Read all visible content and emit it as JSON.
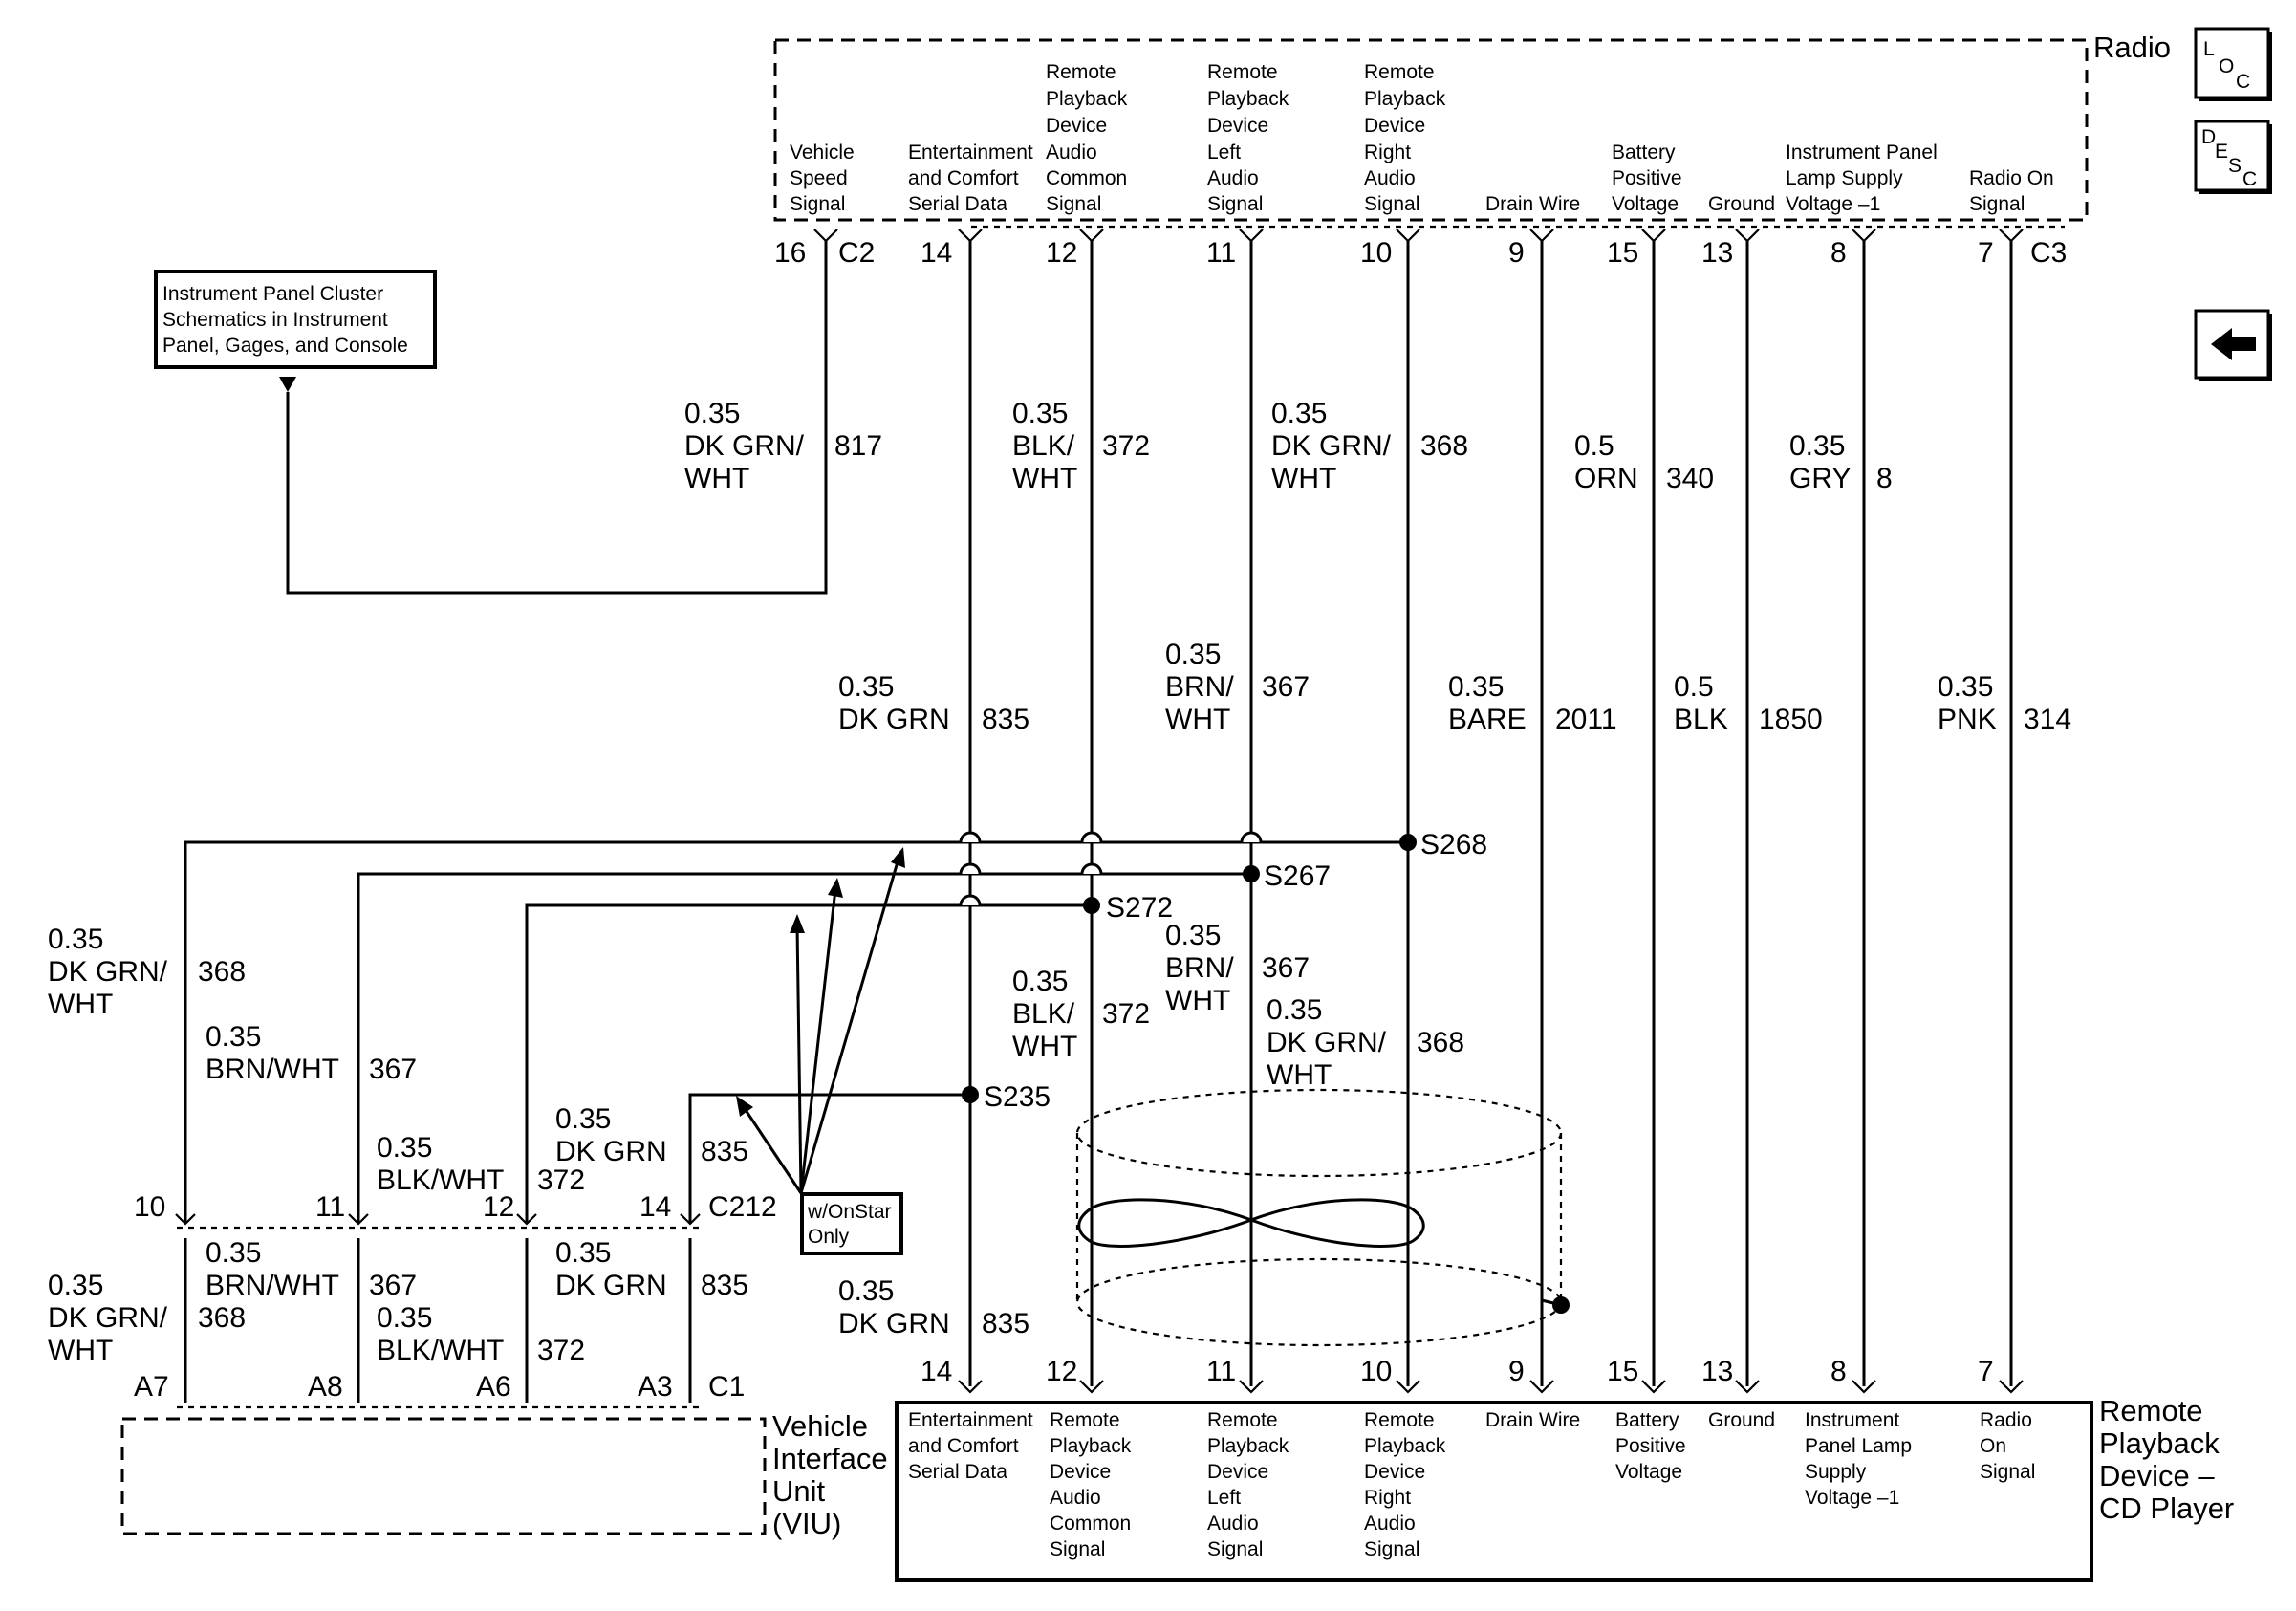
{
  "radio": {
    "title": "Radio",
    "conn_left": "C2",
    "conn_right": "C3",
    "pins": [
      {
        "num": "16",
        "label": [
          "Vehicle",
          "Speed",
          "Signal"
        ]
      },
      {
        "num": "14",
        "label": [
          "Entertainment",
          "and Comfort",
          "Serial Data"
        ]
      },
      {
        "num": "12",
        "label": [
          "Remote",
          "Playback",
          "Device",
          "Audio",
          "Common",
          "Signal"
        ]
      },
      {
        "num": "11",
        "label": [
          "Remote",
          "Playback",
          "Device",
          "Left",
          "Audio",
          "Signal"
        ]
      },
      {
        "num": "10",
        "label": [
          "Remote",
          "Playback",
          "Device",
          "Right",
          "Audio",
          "Signal"
        ]
      },
      {
        "num": "9",
        "label": [
          "Drain Wire"
        ]
      },
      {
        "num": "15",
        "label": [
          "Battery",
          "Positive",
          "Voltage"
        ]
      },
      {
        "num": "13",
        "label": [
          "Ground"
        ]
      },
      {
        "num": "8",
        "label": [
          "Instrument Panel",
          "Lamp Supply",
          "Voltage –1"
        ]
      },
      {
        "num": "7",
        "label": [
          "Radio On",
          "Signal"
        ]
      }
    ]
  },
  "ipc_ref": {
    "lines": [
      "Instrument Panel Cluster",
      "Schematics in Instrument",
      "Panel, Gages, and Console"
    ]
  },
  "wires_upper": [
    {
      "lines": [
        "0.35",
        "DK GRN/",
        "WHT"
      ],
      "circuit": "817"
    },
    {
      "lines": [
        "0.35",
        "BLK/",
        "WHT"
      ],
      "circuit": "372"
    },
    {
      "lines": [
        "0.35",
        "DK GRN/",
        "WHT"
      ],
      "circuit": "368"
    },
    {
      "lines": [
        "0.5",
        "ORN"
      ],
      "circuit": "340"
    },
    {
      "lines": [
        "0.35",
        "GRY"
      ],
      "circuit": "8"
    }
  ],
  "wires_mid": [
    {
      "lines": [
        "0.35",
        "DK GRN"
      ],
      "circuit": "835"
    },
    {
      "lines": [
        "0.35",
        "BRN/",
        "WHT"
      ],
      "circuit": "367"
    },
    {
      "lines": [
        "0.35",
        "BARE"
      ],
      "circuit": "2011"
    },
    {
      "lines": [
        "0.5",
        "BLK"
      ],
      "circuit": "1850"
    },
    {
      "lines": [
        "0.35",
        "PNK"
      ],
      "circuit": "314"
    }
  ],
  "splices": [
    "S268",
    "S267",
    "S272",
    "S235"
  ],
  "wires_lower": [
    {
      "lines": [
        "0.35",
        "BRN/",
        "WHT"
      ],
      "circuit": "367"
    },
    {
      "lines": [
        "0.35",
        "BLK/",
        "WHT"
      ],
      "circuit": "372"
    },
    {
      "lines": [
        "0.35",
        "DK GRN/",
        "WHT"
      ],
      "circuit": "368"
    },
    {
      "lines": [
        "0.35",
        "DK GRN"
      ],
      "circuit": "835"
    }
  ],
  "wires_left": [
    {
      "lines": [
        "0.35",
        "DK GRN/",
        "WHT"
      ],
      "circuit": "368"
    },
    {
      "lines": [
        "0.35",
        "BRN/WHT"
      ],
      "circuit": "367"
    },
    {
      "lines": [
        "0.35",
        "BLK/WHT"
      ],
      "circuit": "372"
    },
    {
      "lines": [
        "0.35",
        "DK GRN"
      ],
      "circuit": "835"
    }
  ],
  "c212": {
    "name": "C212",
    "pins": [
      "10",
      "11",
      "12",
      "14"
    ],
    "wires": [
      {
        "lines": [
          "0.35",
          "DK GRN/",
          "WHT"
        ],
        "circuit": "368"
      },
      {
        "lines": [
          "0.35",
          "BRN/WHT"
        ],
        "circuit": "367"
      },
      {
        "lines": [
          "0.35",
          "BLK/WHT"
        ],
        "circuit": "372"
      },
      {
        "lines": [
          "0.35",
          "DK GRN"
        ],
        "circuit": "835"
      }
    ]
  },
  "onstar": {
    "lines": [
      "w/OnStar",
      "Only"
    ]
  },
  "viu": {
    "name": [
      "Vehicle",
      "Interface",
      "Unit",
      "(VIU)"
    ],
    "pins": [
      "A7",
      "A8",
      "A6",
      "A3"
    ],
    "conn": "C1"
  },
  "cd": {
    "name": [
      "Remote",
      "Playback",
      "Device –",
      "CD Player"
    ],
    "pins": [
      {
        "num": "14",
        "label": [
          "Entertainment",
          "and Comfort",
          "Serial Data"
        ]
      },
      {
        "num": "12",
        "label": [
          "Remote",
          "Playback",
          "Device",
          "Audio",
          "Common",
          "Signal"
        ]
      },
      {
        "num": "11",
        "label": [
          "Remote",
          "Playback",
          "Device",
          "Left",
          "Audio",
          "Signal"
        ]
      },
      {
        "num": "10",
        "label": [
          "Remote",
          "Playback",
          "Device",
          "Right",
          "Audio",
          "Signal"
        ]
      },
      {
        "num": "9",
        "label": [
          "Drain Wire"
        ]
      },
      {
        "num": "15",
        "label": [
          "Battery",
          "Positive",
          "Voltage"
        ]
      },
      {
        "num": "13",
        "label": [
          "Ground"
        ]
      },
      {
        "num": "8",
        "label": [
          "Instrument",
          "Panel Lamp",
          "Supply",
          "Voltage –1"
        ]
      },
      {
        "num": "7",
        "label": [
          "Radio",
          "On",
          "Signal"
        ]
      }
    ]
  },
  "nav": {
    "loc": [
      "L",
      "O",
      "C"
    ],
    "desc": [
      "D",
      "E",
      "S",
      "C"
    ]
  }
}
